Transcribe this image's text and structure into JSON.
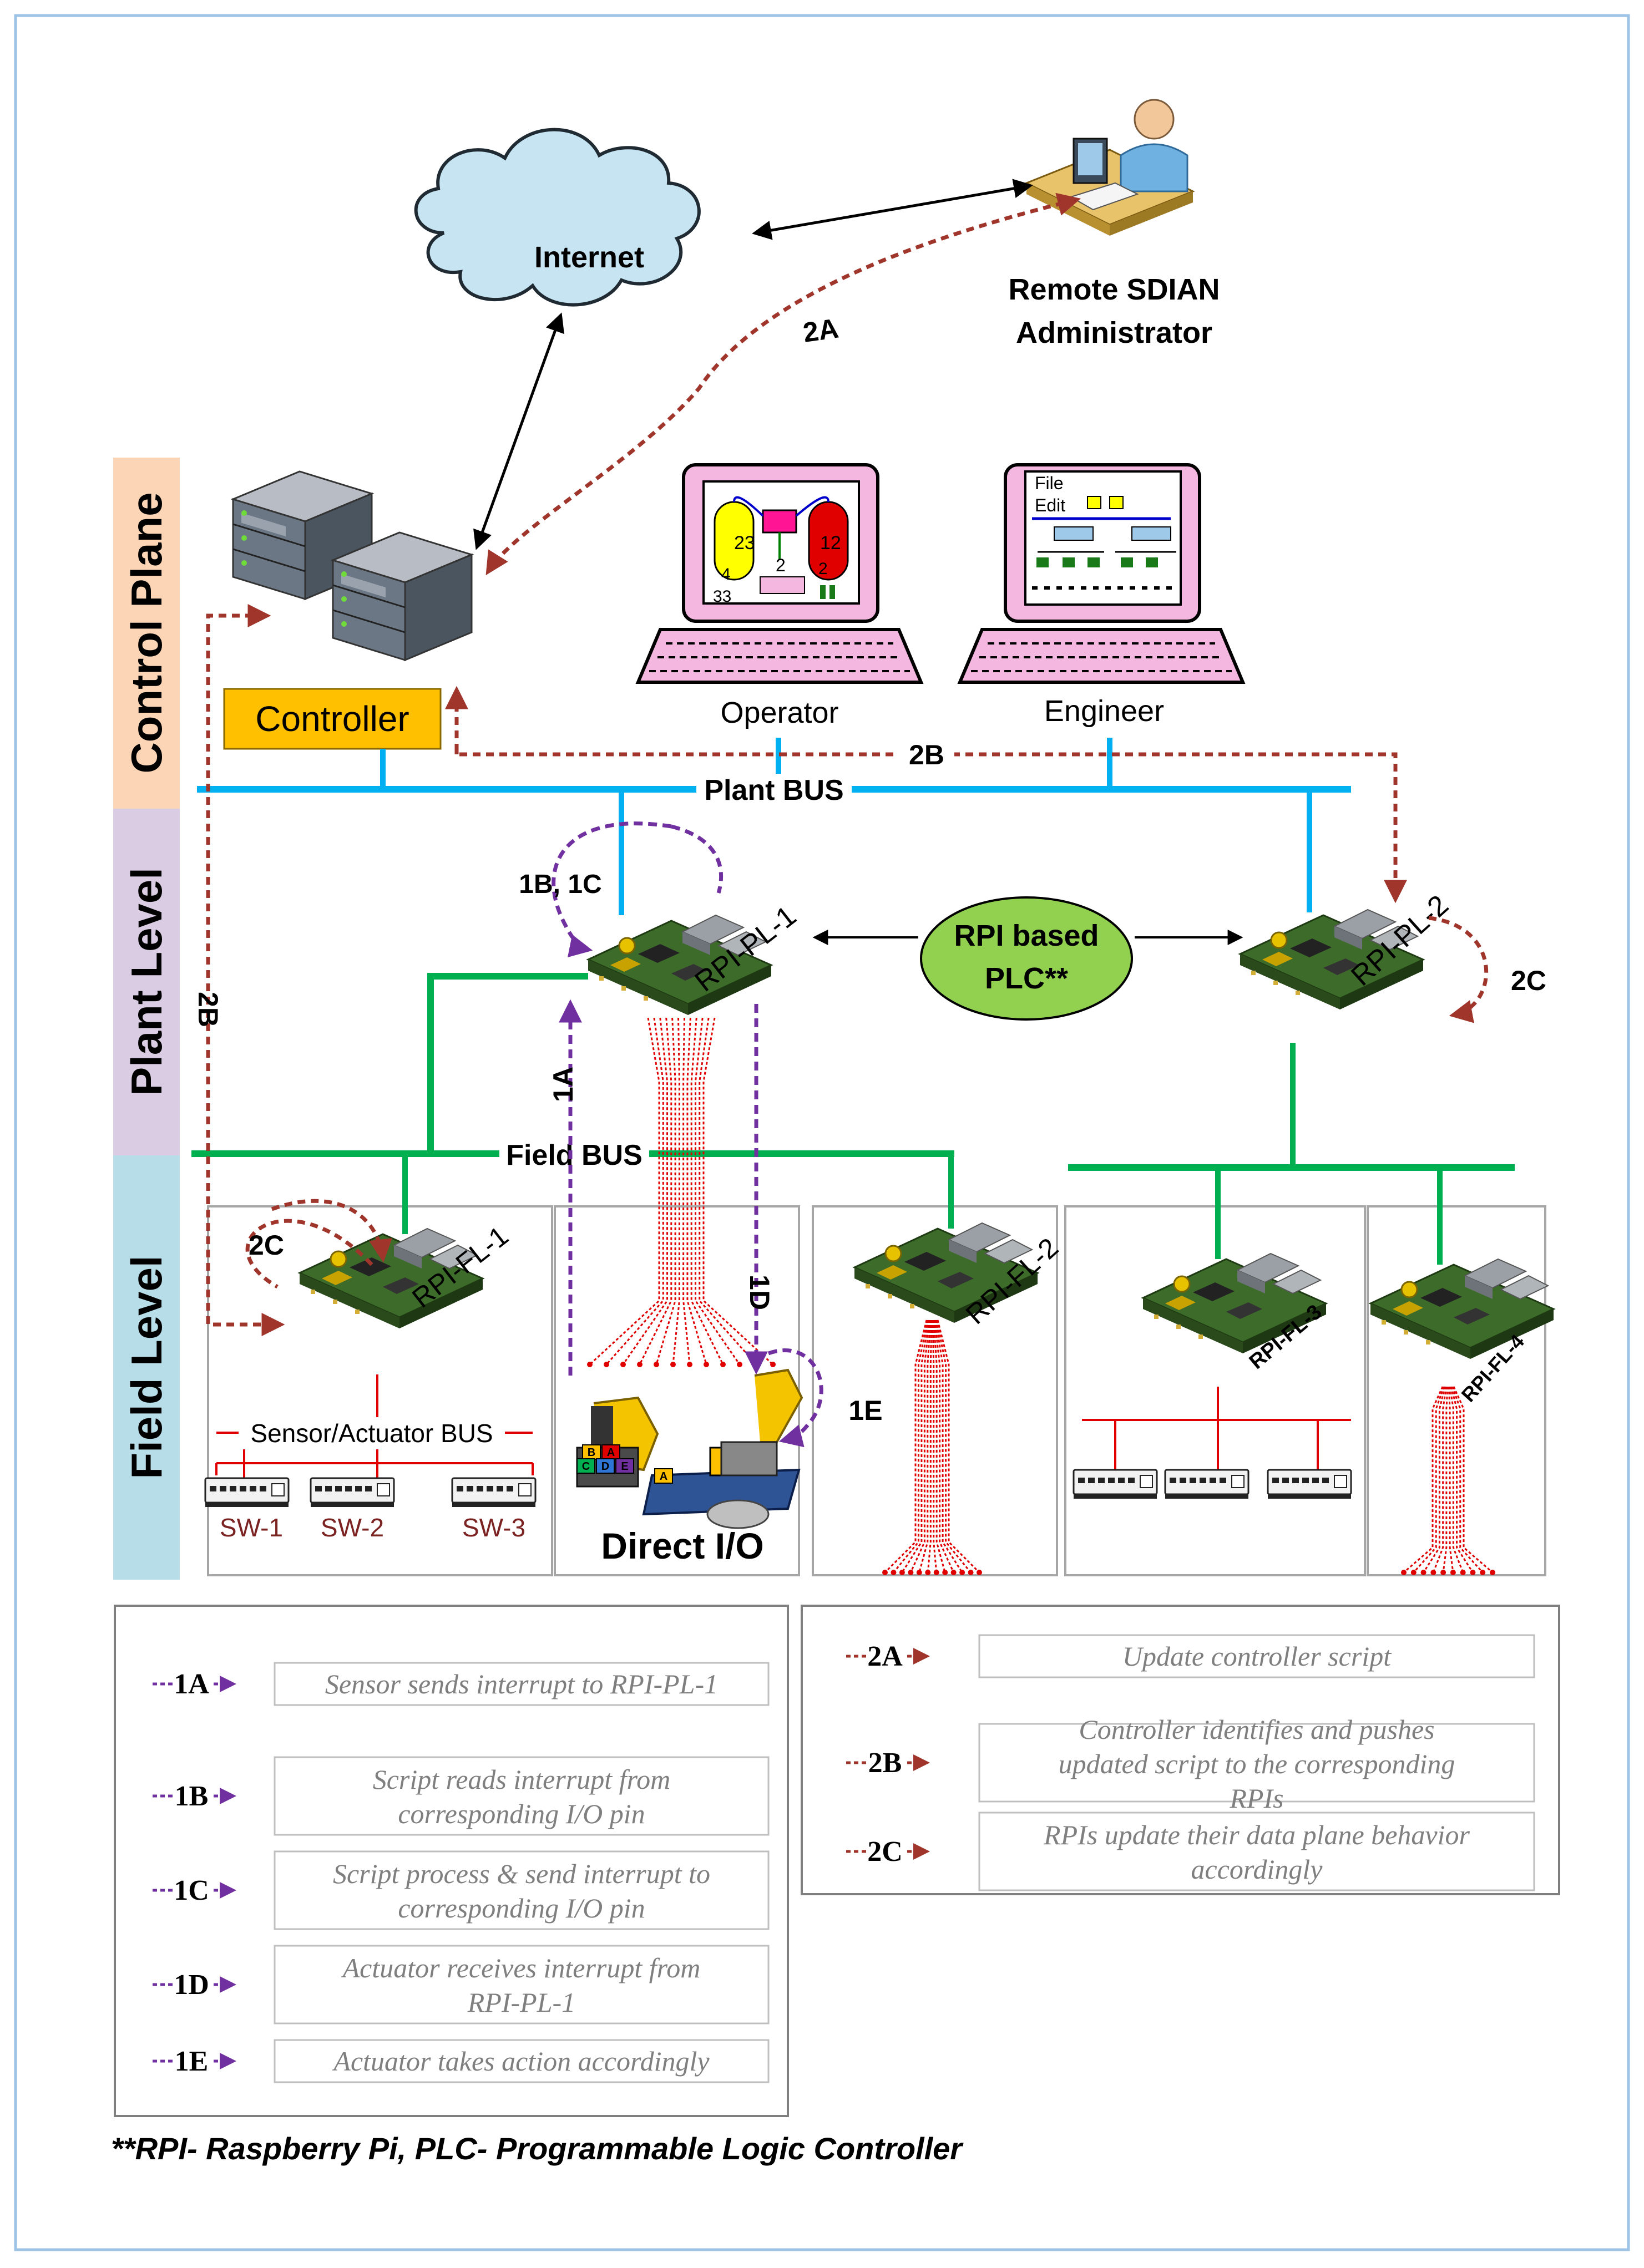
{
  "levels": {
    "control": "Control Plane",
    "plant": "Plant Level",
    "field": "Field Level"
  },
  "nodes": {
    "internet": "Internet",
    "remote_admin_line1": "Remote SDIAN",
    "remote_admin_line2": "Administrator",
    "controller": "Controller",
    "operator": "Operator",
    "engineer": "Engineer",
    "plant_bus": "Plant BUS",
    "field_bus": "Field BUS",
    "rpi_plc_line1": "RPI based",
    "rpi_plc_line2": "PLC**",
    "rpi_pl_1": "RPI-PL-1",
    "rpi_pl_2": "RPI-PL-2",
    "rpi_fl_1": "RPI-FL-1",
    "rpi_fl_2": "RPI-FL-2",
    "rpi_fl_3": "RPI-FL-3",
    "rpi_fl_4": "RPI-FL-4",
    "sensor_bus": "Sensor/Actuator BUS",
    "sw1": "SW-1",
    "sw2": "SW-2",
    "sw3": "SW-3",
    "direct_io": "Direct I/O"
  },
  "operator_screen": {
    "tank1": "23",
    "tank1b": "4",
    "tank1c": "33",
    "mid": "2",
    "tank2": "12",
    "tank2b": "2"
  },
  "engineer_screen": {
    "menu1": "File",
    "menu2": "Edit"
  },
  "robot_blocks": [
    "B",
    "A",
    "C",
    "D",
    "E",
    "A"
  ],
  "flow_labels": {
    "l2a": "2A",
    "l2b_top": "2B",
    "l2b_side": "2B",
    "l1b1c": "1B, 1C",
    "l1a": "1A",
    "l1d": "1D",
    "l1e": "1E",
    "l2c_pl": "2C",
    "l2c_fl": "2C"
  },
  "legend_left": [
    {
      "tag": "1A",
      "text": "Sensor sends interrupt to RPI-PL-1"
    },
    {
      "tag": "1B",
      "text": "Script reads interrupt from corresponding I/O pin"
    },
    {
      "tag": "1C",
      "text": "Script process & send interrupt to corresponding I/O pin"
    },
    {
      "tag": "1D",
      "text": "Actuator receives interrupt from RPI-PL-1"
    },
    {
      "tag": "1E",
      "text": "Actuator takes action accordingly"
    }
  ],
  "legend_right": [
    {
      "tag": "2A",
      "text": "Update controller script"
    },
    {
      "tag": "2B",
      "text": "Controller identifies and pushes updated script to the corresponding RPIs"
    },
    {
      "tag": "2C",
      "text": "RPIs update their data plane behavior accordingly"
    }
  ],
  "footnote": "**RPI- Raspberry Pi, PLC- Programmable Logic Controller",
  "colors": {
    "control_band": "#fbd5b5",
    "plant_band": "#d9cce3",
    "field_band": "#b7dde8",
    "plant_bus": "#00b0f0",
    "field_bus": "#00b050",
    "purple_flow": "#7030a0",
    "brown_flow": "#a0352c",
    "sensor_wire": "#e00000",
    "controller_box": "#ffc000",
    "plc_ellipse": "#92d050",
    "cloud": "#c6e4f2",
    "legend_text": "#7f7f7f"
  }
}
